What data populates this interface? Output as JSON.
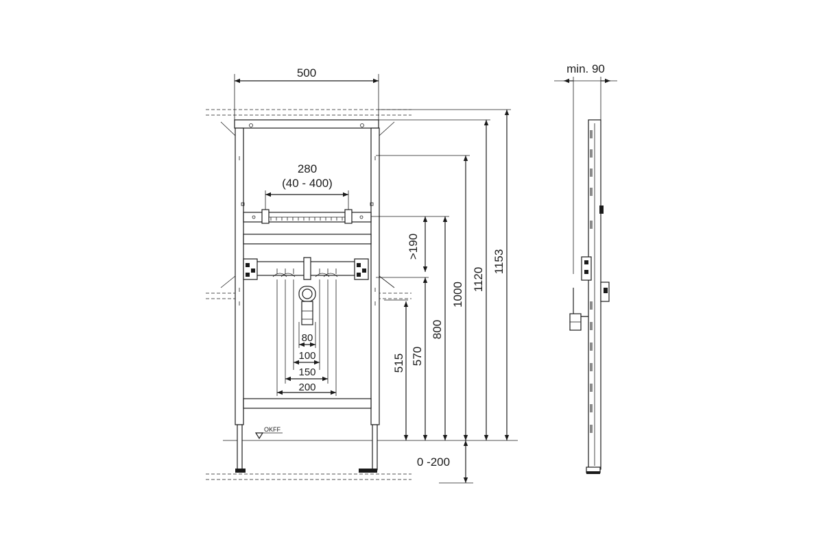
{
  "front_view": {
    "width_label": "500",
    "bracket_label": "280",
    "bracket_range_label": "(40 - 400)",
    "floor_marker_label": "OKFF",
    "drain_labels": [
      "80",
      "100",
      "150",
      "200"
    ],
    "vertical_labels": {
      "min_spacing": ">190",
      "drain_height": "515",
      "supply_height": "570",
      "bracket_height": "800",
      "frame_top": "1000",
      "frame_height": "1120",
      "total_height": "1153",
      "foot_adjust": "0 -200"
    }
  },
  "side_view": {
    "depth_label": "min. 90"
  }
}
